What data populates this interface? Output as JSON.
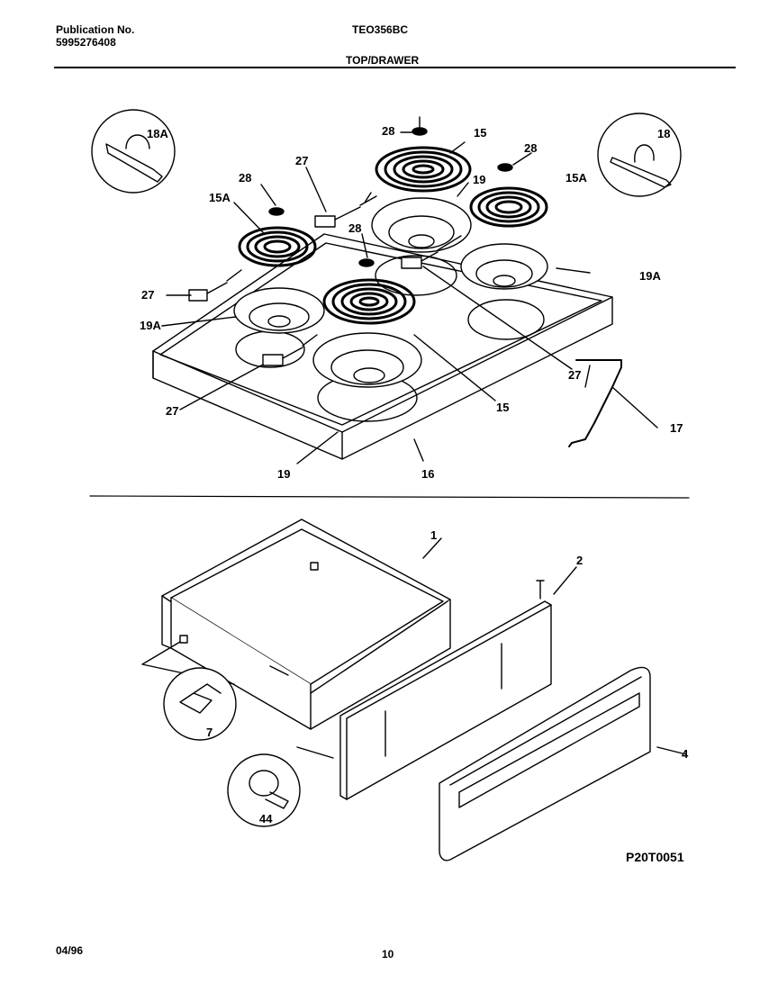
{
  "header": {
    "publication_label": "Publication No.",
    "publication_number": "5995276408",
    "model": "TEO356BC",
    "section_title": "TOP/DRAWER"
  },
  "callouts": {
    "c18A": "18A",
    "c18": "18",
    "c28a": "28",
    "c15a": "15",
    "c28b": "28",
    "c15A_right": "15A",
    "c27_top": "27",
    "c28c": "28",
    "c15A_left": "15A",
    "c19_top": "19",
    "c28d": "28",
    "c19A_right": "19A",
    "c27_left": "27",
    "c19A_left": "19A",
    "c27_right": "27",
    "c17": "17",
    "c27_bottom": "27",
    "c15_bottom": "15",
    "c19_bottom": "19",
    "c16": "16",
    "c1": "1",
    "c2": "2",
    "c4": "4",
    "c7": "7",
    "c44": "44"
  },
  "figure_code": "P20T0051",
  "footer": {
    "date": "04/96",
    "page": "10"
  }
}
